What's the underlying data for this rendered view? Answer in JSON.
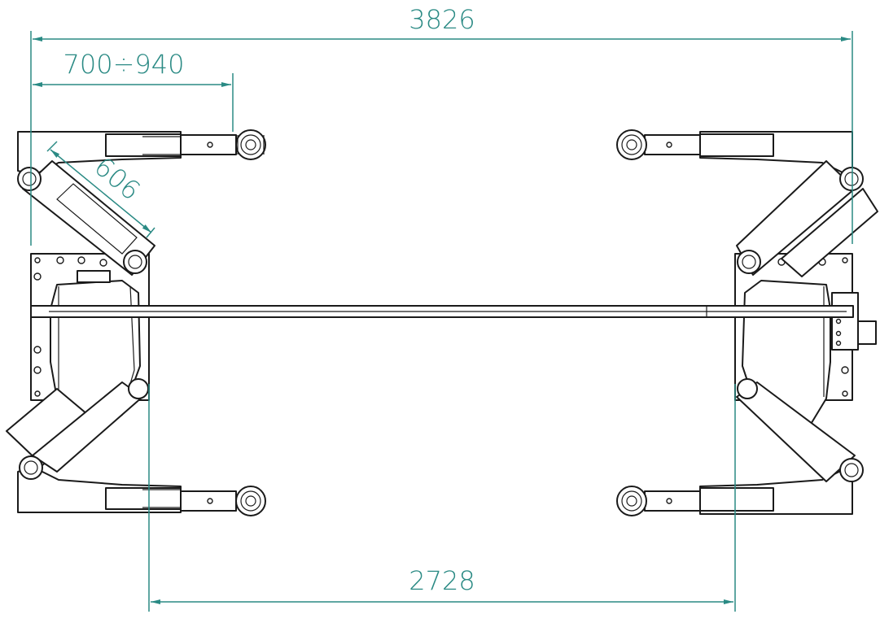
{
  "colors": {
    "dimension": "#2a8a84",
    "line": "#1a1a1a",
    "background": "#ffffff"
  },
  "dimensions": {
    "overall_width": "3826",
    "arm_extension": "700÷940",
    "arm_length": "606",
    "drive_through": "2728"
  }
}
